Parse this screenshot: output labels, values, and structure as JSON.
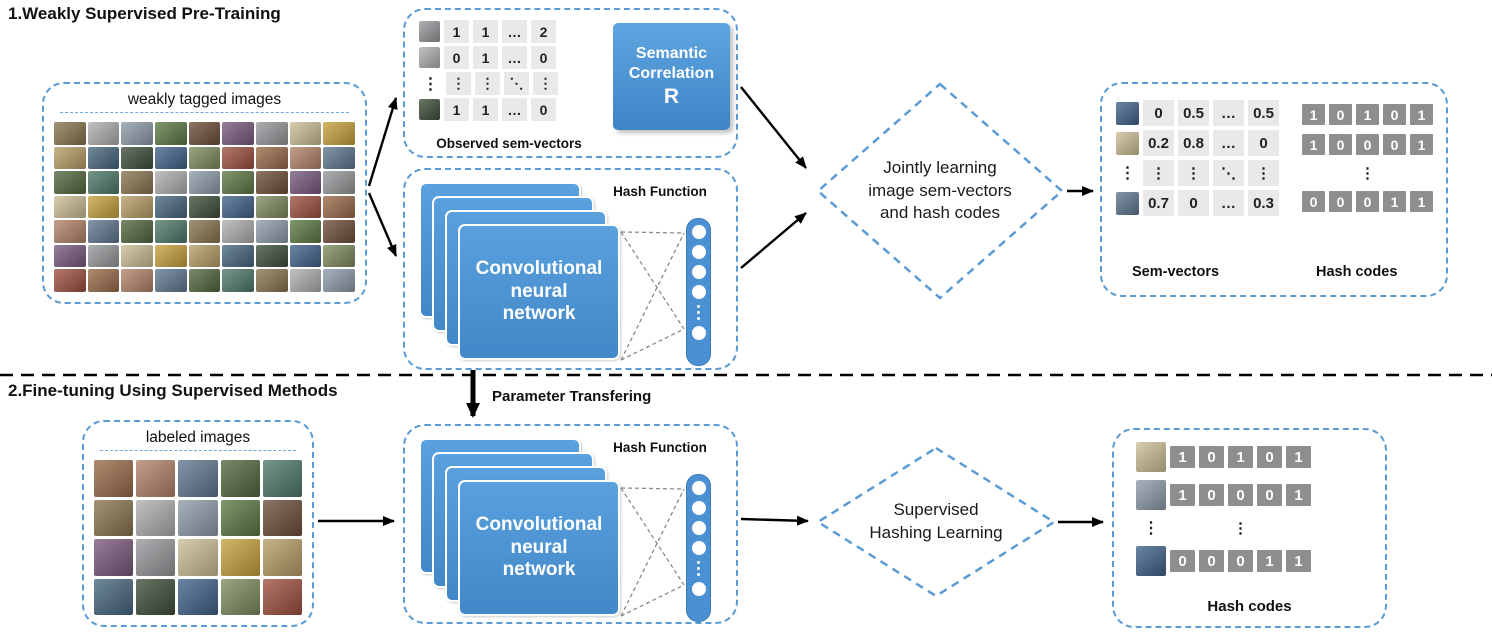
{
  "figure": {
    "stage1": {
      "title": "1.Weakly Supervised Pre-Training",
      "input_label": "weakly tagged images",
      "observed_caption": "Observed sem-vectors",
      "observed_matrix": [
        {
          "thumb": "img",
          "cells": [
            "1",
            "1",
            "…",
            "2"
          ]
        },
        {
          "thumb": "img",
          "cells": [
            "0",
            "1",
            "…",
            "0"
          ]
        },
        {
          "thumb": "⋮",
          "cells": [
            "⋮",
            "⋮",
            "⋱",
            "⋮"
          ]
        },
        {
          "thumb": "img",
          "cells": [
            "1",
            "1",
            "…",
            "0"
          ]
        }
      ],
      "semantic_correlation": {
        "line1": "Semantic",
        "line2": "Correlation",
        "line3": "R"
      },
      "cnn": {
        "hash_function_label": "Hash Function",
        "line1": "Convolutional",
        "line2": "neural",
        "line3": "network"
      },
      "diamond": {
        "line1": "Jointly learning",
        "line2": "image sem-vectors",
        "line3": "and hash codes"
      },
      "output": {
        "sem_caption": "Sem-vectors",
        "hash_caption": "Hash codes",
        "sem_matrix": [
          {
            "thumb": "img",
            "cells": [
              "0",
              "0.5",
              "…",
              "0.5"
            ]
          },
          {
            "thumb": "img",
            "cells": [
              "0.2",
              "0.8",
              "…",
              "0"
            ]
          },
          {
            "thumb": "⋮",
            "cells": [
              "⋮",
              "⋮",
              "⋱",
              "⋮"
            ]
          },
          {
            "thumb": "img",
            "cells": [
              "0.7",
              "0",
              "…",
              "0.3"
            ]
          }
        ],
        "hash_matrix": [
          {
            "cells": [
              "1",
              "0",
              "1",
              "0",
              "1"
            ]
          },
          {
            "cells": [
              "1",
              "0",
              "0",
              "0",
              "1"
            ]
          },
          {
            "dots": "⋮"
          },
          {
            "cells": [
              "0",
              "0",
              "0",
              "1",
              "1"
            ]
          }
        ]
      }
    },
    "stage2": {
      "title": "2.Fine-tuning Using Supervised Methods",
      "parameter_transfer_label": "Parameter Transfering",
      "input_label": "labeled images",
      "cnn": {
        "hash_function_label": "Hash Function",
        "line1": "Convolutional",
        "line2": "neural",
        "line3": "network"
      },
      "diamond": {
        "line1": "Supervised",
        "line2": "Hashing Learning"
      },
      "output": {
        "caption": "Hash codes",
        "hash_matrix": [
          {
            "thumb": "img",
            "cells": [
              "1",
              "0",
              "1",
              "0",
              "1"
            ]
          },
          {
            "thumb": "img",
            "cells": [
              "1",
              "0",
              "0",
              "0",
              "1"
            ]
          },
          {
            "thumb": "⋮",
            "dots": "⋮"
          },
          {
            "thumb": "img",
            "cells": [
              "0",
              "0",
              "0",
              "1",
              "1"
            ]
          }
        ]
      }
    },
    "colors": {
      "dashed_border": "#5b9bd5",
      "panel_blue": "#4d95d6",
      "hash_cell_gray": "#8e8e8e",
      "matrix_cell_gray": "#e9e9e9"
    }
  }
}
